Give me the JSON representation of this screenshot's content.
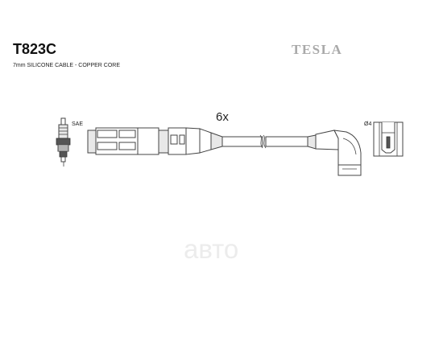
{
  "header": {
    "part_number": "T823C",
    "cable_spec": "7mm SILICONE CABLE - COPPER CORE",
    "brand": "TESLA"
  },
  "diagram": {
    "quantity_label": "6x",
    "spark_plug_label": "SAE",
    "coil_label": "Ø4"
  },
  "watermark": {
    "text": "авто",
    "color": "#ececec"
  },
  "colors": {
    "ink": "#111111",
    "brand": "#a9a9a9",
    "outline": "#444444"
  }
}
